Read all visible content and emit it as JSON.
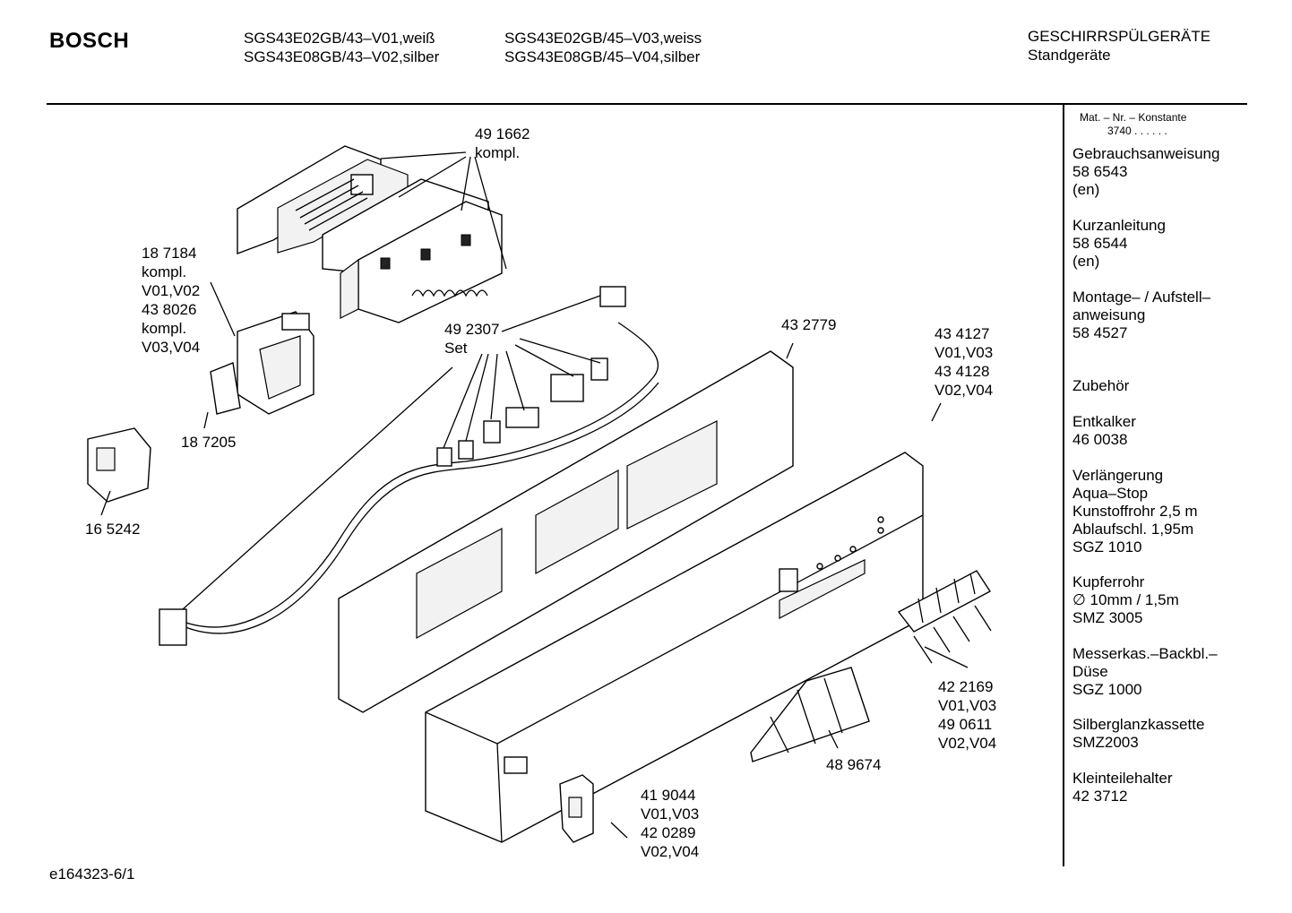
{
  "header": {
    "brand": "BOSCH",
    "models_left": [
      "SGS43E02GB/43–V01,weiß",
      "SGS43E08GB/43–V02,silber"
    ],
    "models_right": [
      "SGS43E02GB/45–V03,weiss",
      "SGS43E08GB/45–V04,silber"
    ],
    "category": [
      "GESCHIRRSPÜLGERÄTE",
      "Standgeräte"
    ]
  },
  "callouts": {
    "c491662": [
      "49 1662",
      "kompl."
    ],
    "c187184": [
      "18 7184",
      "kompl.",
      "V01,V02",
      "43 8026",
      "kompl.",
      "V03,V04"
    ],
    "c187205": [
      "18 7205"
    ],
    "c165242": [
      "16 5242"
    ],
    "c492307": [
      "49 2307",
      "Set"
    ],
    "c432779": [
      "43 2779"
    ],
    "c434127": [
      "43 4127",
      "V01,V03",
      "43 4128",
      "V02,V04"
    ],
    "c422169": [
      "42 2169",
      "V01,V03",
      "49 0611",
      "V02,V04"
    ],
    "c489674": [
      "48 9674"
    ],
    "c419044": [
      "41 9044",
      "V01,V03",
      "42 0289",
      "V02,V04"
    ]
  },
  "sidebar": {
    "mat_nr": [
      "Mat. – Nr. – Konstante",
      "3740 . . . . . ."
    ],
    "blocks": [
      [
        "Gebrauchsanweisung",
        "58 6543",
        "(en)"
      ],
      [
        "Kurzanleitung",
        "58 6544",
        "(en)"
      ],
      [
        "Montage– / Aufstell–",
        "anweisung",
        "58 4527"
      ],
      [
        "Zubehör"
      ],
      [
        "Entkalker",
        "46 0038"
      ],
      [
        "Verlängerung",
        "Aqua–Stop",
        "Kunstoffrohr 2,5 m",
        "Ablaufschl. 1,95m",
        "SGZ 1010"
      ],
      [
        "Kupferrohr",
        "∅ 10mm / 1,5m",
        "SMZ 3005"
      ],
      [
        "Messerkas.–Backbl.–",
        "Düse",
        "SGZ 1000"
      ],
      [
        "Silberglanzkassette",
        "SMZ2003"
      ],
      [
        "Kleinteilehalter",
        "42 3712"
      ]
    ]
  },
  "footer": {
    "code": "e164323-6/1"
  }
}
